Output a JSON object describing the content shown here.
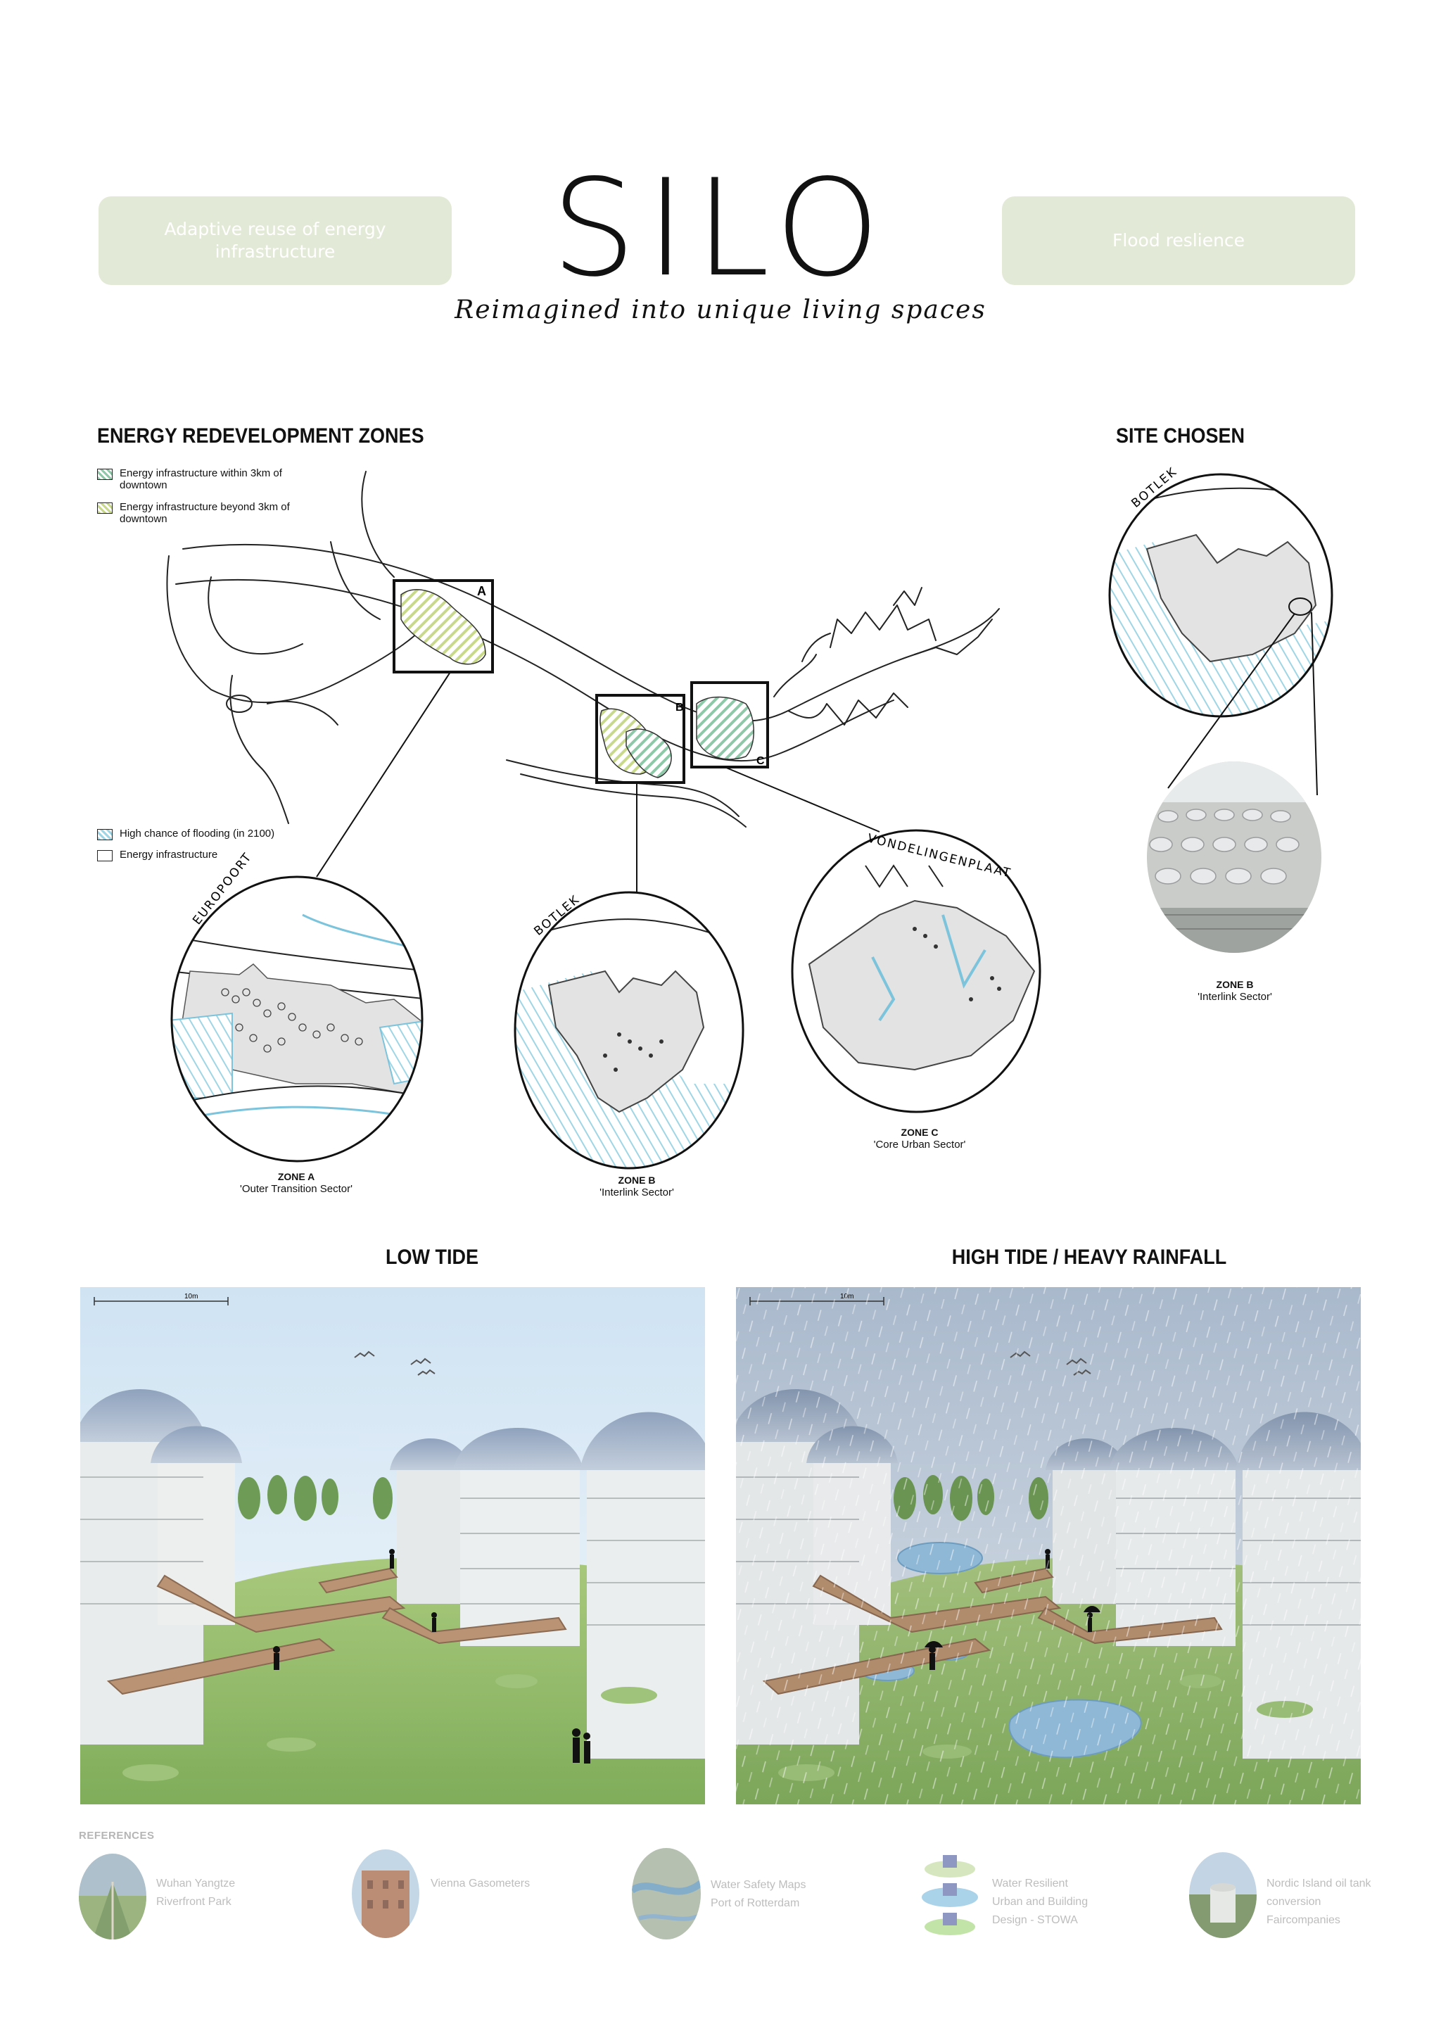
{
  "header": {
    "left_pill": "Adaptive reuse of energy infrastructure",
    "title": "SILO",
    "subtitle": "Reimagined into unique living spaces",
    "right_pill": "Flood reslience"
  },
  "zones_section": {
    "heading": "ENERGY REDEVELOPMENT ZONES",
    "legend_top": [
      {
        "label": "Energy infrastructure within 3km of downtown",
        "swatch": "green-hatch"
      },
      {
        "label": "Energy infrastructure beyond 3km of downtown",
        "swatch": "yellow-hatch"
      }
    ],
    "legend_bottom": [
      {
        "label": "High chance of flooding (in 2100)",
        "swatch": "blue-hatch"
      },
      {
        "label": "Energy infrastructure",
        "swatch": "white"
      }
    ],
    "box_letters": [
      "A",
      "B",
      "C"
    ],
    "circle_labels": [
      "EUROPOORT",
      "BOTLEK",
      "VONDELINGENPLAAT"
    ],
    "zones": [
      {
        "name": "ZONE A",
        "sector": "'Outer Transition Sector'"
      },
      {
        "name": "ZONE B",
        "sector": "'Interlink Sector'"
      },
      {
        "name": "ZONE C",
        "sector": "'Core Urban Sector'"
      }
    ]
  },
  "site_section": {
    "heading": "SITE CHOSEN",
    "circle_label": "BOTLEK",
    "zone": {
      "name": "ZONE B",
      "sector": "'Interlink Sector'"
    }
  },
  "scenes": {
    "low_tide": {
      "heading": "LOW TIDE",
      "scale": "10m"
    },
    "high_tide": {
      "heading": "HIGH TIDE / HEAVY RAINFALL",
      "scale": "10m"
    }
  },
  "references": {
    "label": "REFERENCES",
    "items": [
      {
        "lines": [
          "Wuhan Yangtze",
          "Riverfront Park"
        ]
      },
      {
        "lines": [
          "Vienna Gasometers"
        ]
      },
      {
        "lines": [
          "Water Safety Maps",
          "Port of Rotterdam"
        ]
      },
      {
        "lines": [
          "Water Resilient",
          "Urban and Building",
          "Design - STOWA"
        ]
      },
      {
        "lines": [
          "Nordic Island oil tank",
          "conversion",
          "Faircompanies"
        ]
      }
    ]
  },
  "colors": {
    "pill": "#e3e9d7",
    "flood_blue": "#9fd6e6",
    "green_hatch": "#8fc8a8",
    "yellow_hatch": "#c9d98c",
    "grass": "#8fb865",
    "sky": "#d8e8f4"
  }
}
